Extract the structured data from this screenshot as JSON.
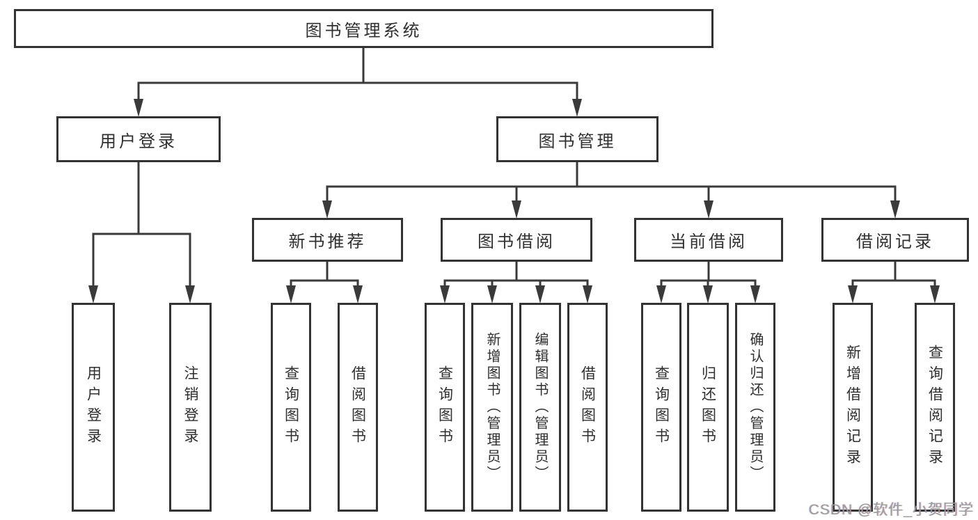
{
  "diagram": {
    "root": {
      "label": "图书管理系统"
    },
    "branches": [
      {
        "label": "用户登录",
        "children": [
          {
            "label": "用户登录"
          },
          {
            "label": "注销登录"
          }
        ]
      },
      {
        "label": "图书管理",
        "children": [
          {
            "label": "新书推荐",
            "children": [
              {
                "label": "查询图书"
              },
              {
                "label": "借阅图书"
              }
            ]
          },
          {
            "label": "图书借阅",
            "children": [
              {
                "label": "查询图书"
              },
              {
                "label": "新增图书（管理员）"
              },
              {
                "label": "编辑图书（管理员）"
              },
              {
                "label": "借阅图书"
              }
            ]
          },
          {
            "label": "当前借阅",
            "children": [
              {
                "label": "查询图书"
              },
              {
                "label": "归还图书"
              },
              {
                "label": "确认归还（管理员）"
              }
            ]
          },
          {
            "label": "借阅记录",
            "children": [
              {
                "label": "新增借阅记录"
              },
              {
                "label": "查询借阅记录"
              }
            ]
          }
        ]
      }
    ]
  },
  "watermark": {
    "text": "CSDN @软件_小贺同学"
  },
  "colors": {
    "background": "#ffffff",
    "line": "#3a3a3a",
    "box_border": "#333333",
    "text": "#2f2f2f",
    "watermark": "#9c9c9c"
  }
}
